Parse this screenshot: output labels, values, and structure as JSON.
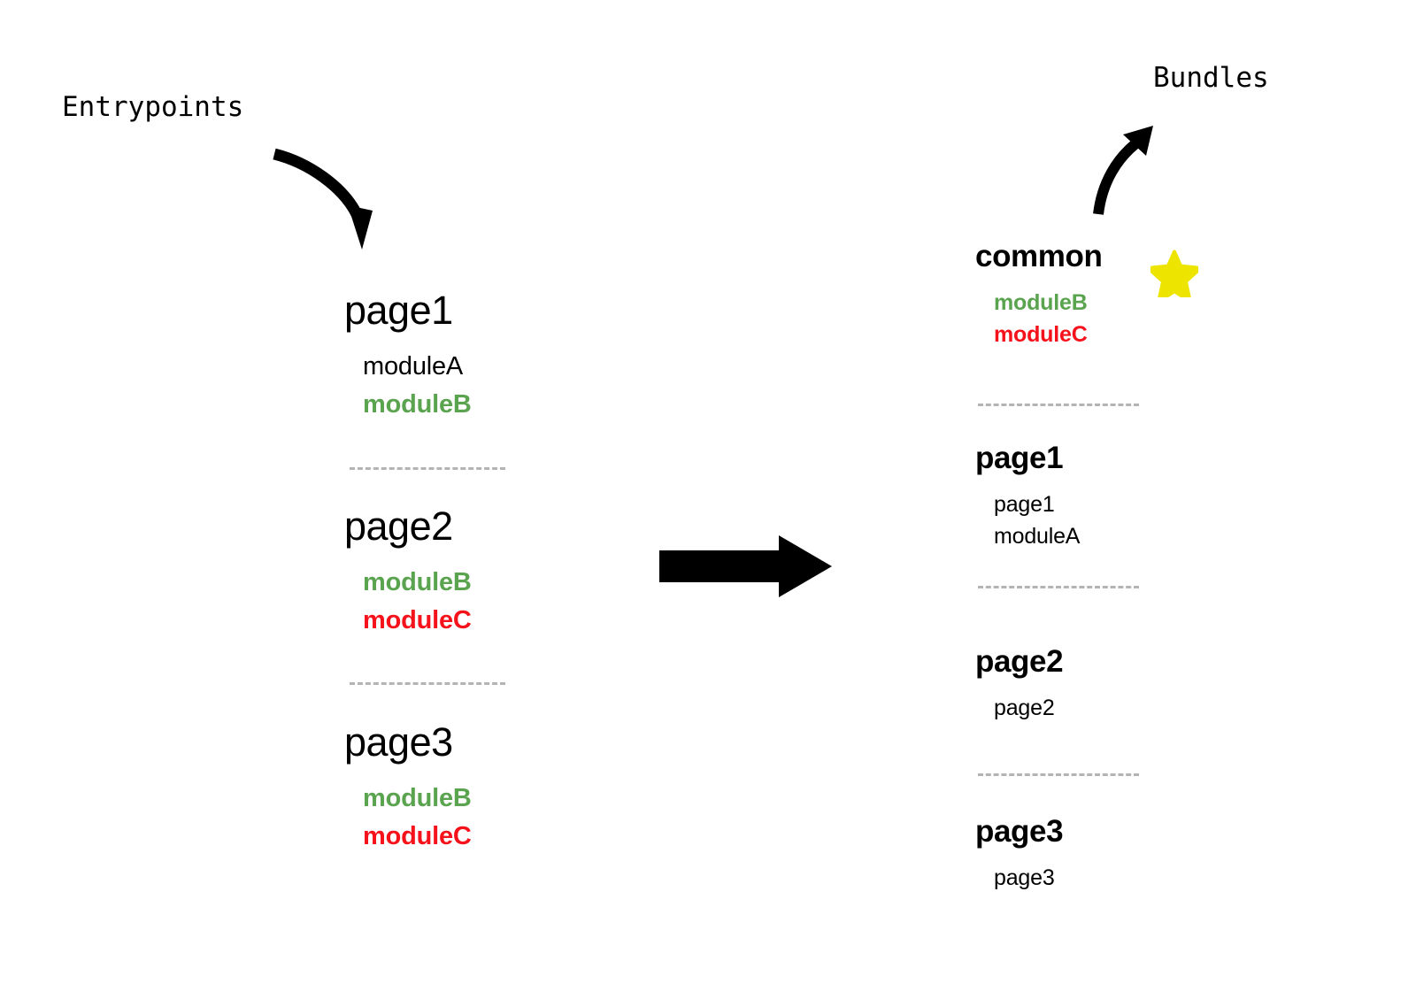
{
  "captions": {
    "entrypoints": "Entrypoints",
    "bundles": "Bundles"
  },
  "icons": {
    "star": "star-icon",
    "arrow_entrypoints": "curved-arrow-down-right-icon",
    "arrow_bundles": "curved-arrow-up-right-icon",
    "arrow_transform": "block-arrow-right-icon"
  },
  "colors": {
    "module_plain": "#000000",
    "module_green": "#5ba44f",
    "module_red": "#f5121b",
    "star_yellow": "#ede500",
    "separator_gray": "#b4b4b4",
    "background": "#ffffff"
  },
  "entrypoints": {
    "groups": [
      {
        "title": "page1",
        "items": [
          {
            "label": "moduleA",
            "style": "plain"
          },
          {
            "label": "moduleB",
            "style": "green"
          }
        ]
      },
      {
        "title": "page2",
        "items": [
          {
            "label": "moduleB",
            "style": "green"
          },
          {
            "label": "moduleC",
            "style": "red"
          }
        ]
      },
      {
        "title": "page3",
        "items": [
          {
            "label": "moduleB",
            "style": "green"
          },
          {
            "label": "moduleC",
            "style": "red"
          }
        ]
      }
    ]
  },
  "bundles": {
    "groups": [
      {
        "title": "common",
        "starred": true,
        "items": [
          {
            "label": "moduleB",
            "style": "green"
          },
          {
            "label": "moduleC",
            "style": "red"
          }
        ]
      },
      {
        "title": "page1",
        "starred": false,
        "items": [
          {
            "label": "page1",
            "style": "plain"
          },
          {
            "label": "moduleA",
            "style": "plain"
          }
        ]
      },
      {
        "title": "page2",
        "starred": false,
        "items": [
          {
            "label": "page2",
            "style": "plain"
          }
        ]
      },
      {
        "title": "page3",
        "starred": false,
        "items": [
          {
            "label": "page3",
            "style": "plain"
          }
        ]
      }
    ]
  }
}
